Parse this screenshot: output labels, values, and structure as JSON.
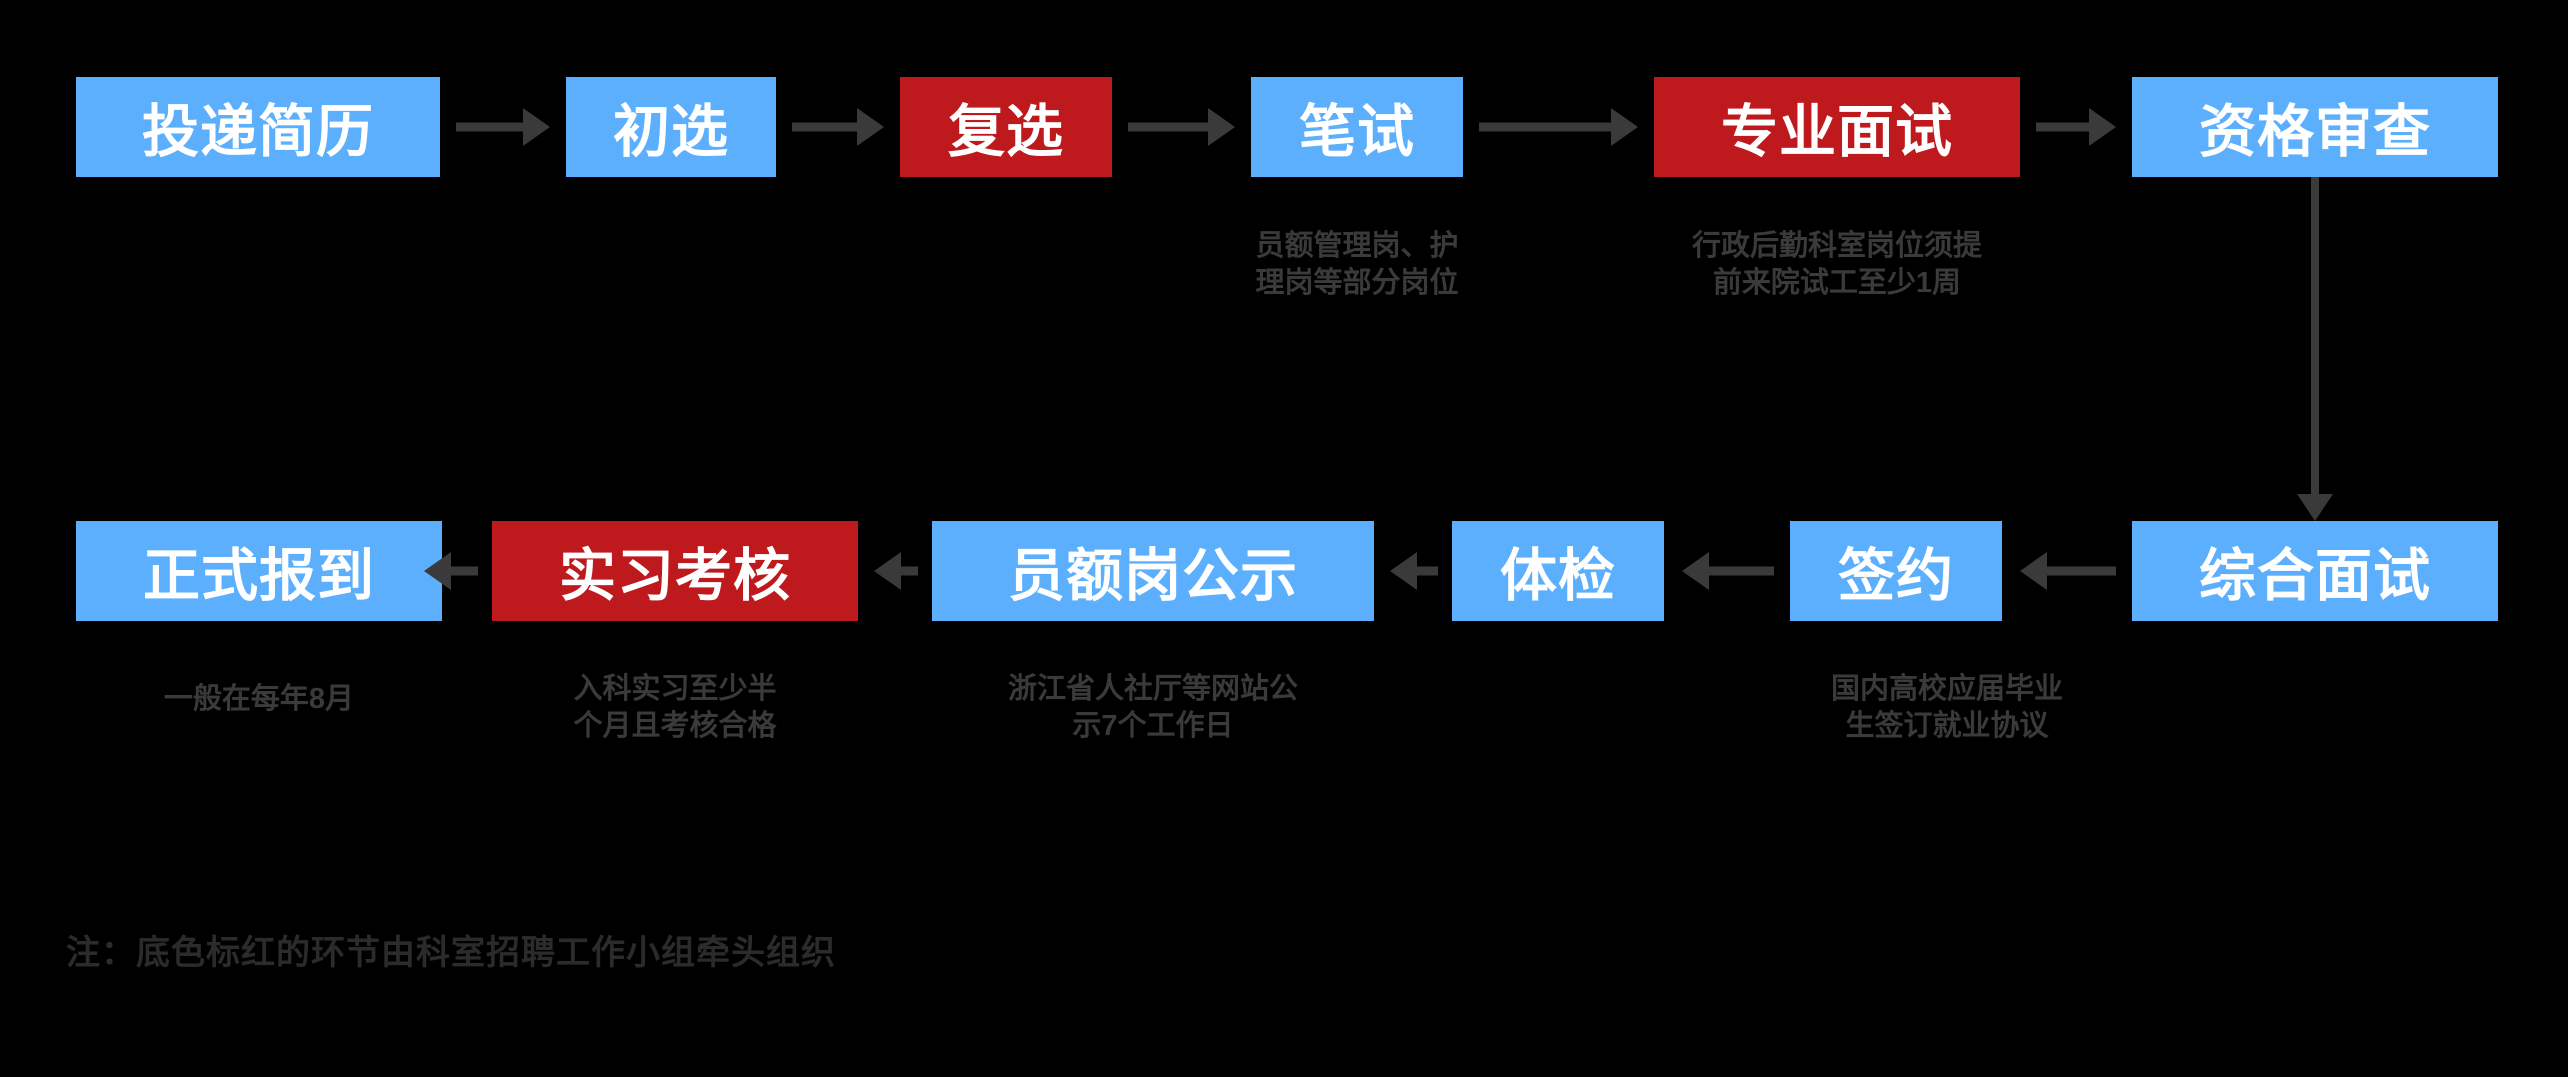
{
  "diagram": {
    "title_note": "注：底色标红的环节由科室招聘工作小组牵头组织",
    "colors": {
      "background": "#000000",
      "node_blue": "#5CAFFC",
      "node_red": "#BE1A1E",
      "node_text": "#FFFFFF",
      "caption_text": "#3A3A3A",
      "connector": "#3A3A3A"
    },
    "legend": {
      "red_meaning": "底色标红的环节由科室招聘工作小组牵头组织"
    },
    "rows": [
      {
        "name": "top-row",
        "direction": "left-to-right",
        "nodes": [
          {
            "id": "n1",
            "label": "投递简历",
            "fill": "blue",
            "caption": ""
          },
          {
            "id": "n2",
            "label": "初选",
            "fill": "blue",
            "caption": ""
          },
          {
            "id": "n3",
            "label": "复选",
            "fill": "red",
            "caption": ""
          },
          {
            "id": "n4",
            "label": "笔试",
            "fill": "blue",
            "caption": "员额管理岗、护\n理岗等部分岗位"
          },
          {
            "id": "n5",
            "label": "专业面试",
            "fill": "red",
            "caption": "行政后勤科室岗位须提\n前来院试工至少1周"
          },
          {
            "id": "n6",
            "label": "资格审查",
            "fill": "blue",
            "caption": ""
          }
        ]
      },
      {
        "name": "bottom-row",
        "direction": "right-to-left",
        "nodes": [
          {
            "id": "n7",
            "label": "综合面试",
            "fill": "blue",
            "caption": ""
          },
          {
            "id": "n8",
            "label": "签约",
            "fill": "blue",
            "caption": "国内高校应届毕业\n生签订就业协议"
          },
          {
            "id": "n9",
            "label": "体检",
            "fill": "blue",
            "caption": ""
          },
          {
            "id": "n10",
            "label": "员额岗公示",
            "fill": "blue",
            "caption": "浙江省人社厅等网站公\n示7个工作日"
          },
          {
            "id": "n11",
            "label": "实习考核",
            "fill": "red",
            "caption": "入科实习至少半\n个月且考核合格"
          },
          {
            "id": "n12",
            "label": "正式报到",
            "fill": "blue",
            "caption": "一般在每年8月"
          }
        ]
      }
    ],
    "connectors": [
      {
        "id": "a1",
        "from": "投递简历",
        "to": "初选",
        "type": "arrow-right"
      },
      {
        "id": "a2",
        "from": "初选",
        "to": "复选",
        "type": "arrow-right"
      },
      {
        "id": "a3",
        "from": "复选",
        "to": "笔试",
        "type": "arrow-right"
      },
      {
        "id": "a4",
        "from": "笔试",
        "to": "专业面试",
        "type": "arrow-right"
      },
      {
        "id": "a5",
        "from": "专业面试",
        "to": "资格审查",
        "type": "arrow-right"
      },
      {
        "id": "a6",
        "from": "资格审查",
        "to": "综合面试",
        "type": "arrow-down"
      },
      {
        "id": "a7",
        "from": "综合面试",
        "to": "签约",
        "type": "arrow-left"
      },
      {
        "id": "a8",
        "from": "签约",
        "to": "体检",
        "type": "arrow-left"
      },
      {
        "id": "a9",
        "from": "体检",
        "to": "员额岗公示",
        "type": "arrow-left"
      },
      {
        "id": "a10",
        "from": "员额岗公示",
        "to": "实习考核",
        "type": "arrow-left"
      },
      {
        "id": "a11",
        "from": "实习考核",
        "to": "正式报到",
        "type": "arrow-left"
      }
    ]
  }
}
